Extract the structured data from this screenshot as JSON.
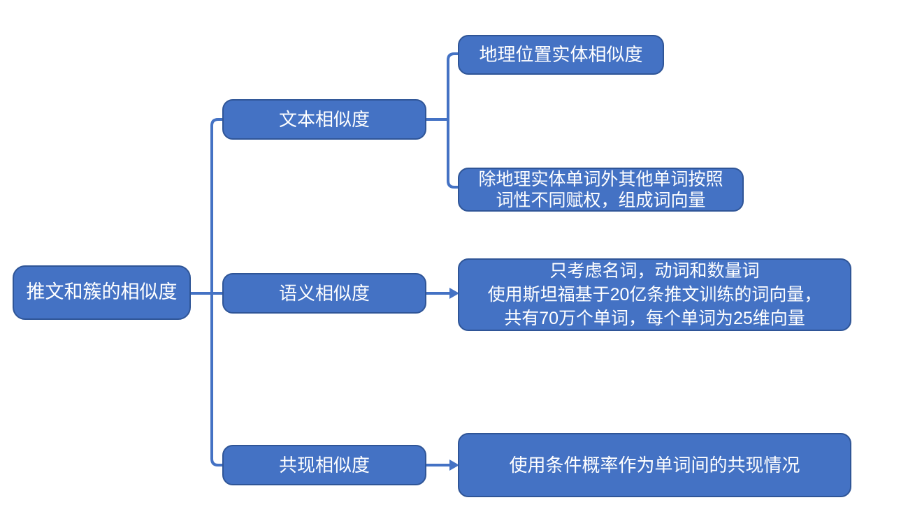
{
  "colors": {
    "node_fill": "#4472C4",
    "node_border": "#2F5597",
    "connector": "#4472C4",
    "text": "#ffffff",
    "background": "#ffffff"
  },
  "nodes": {
    "root": {
      "label": "推文和簇的相似度"
    },
    "text_similarity": {
      "label": "文本相似度"
    },
    "semantic_similarity": {
      "label": "语义相似度"
    },
    "cooccurrence_similarity": {
      "label": "共现相似度"
    },
    "geo_entity_similarity": {
      "label": "地理位置实体相似度"
    },
    "word_weighting": {
      "lines": [
        "除地理实体单词外其他单词按照",
        "词性不同赋权，组成词向量"
      ]
    },
    "word_vectors": {
      "lines": [
        "只考虑名词，动词和数量词",
        "使用斯坦福基于20亿条推文训练的词向量，",
        "共有70万个单词，每个单词为25维向量"
      ]
    },
    "conditional_probability": {
      "label": "使用条件概率作为单词间的共现情况"
    }
  }
}
